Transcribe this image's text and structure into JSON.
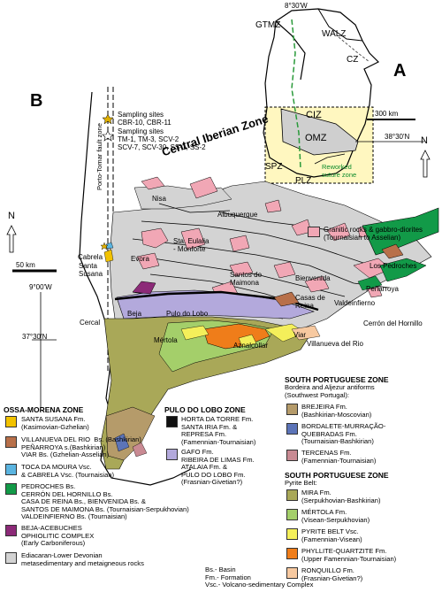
{
  "panels": {
    "a": "A",
    "b": "B"
  },
  "inset": {
    "longitude": "8°30'W",
    "latitude": "38°30'N",
    "scale": "300 km",
    "north": "N",
    "zones": [
      "GTMZ",
      "WALZ",
      "CZ",
      "CIZ",
      "OMZ",
      "SPZ",
      "PLZ"
    ],
    "suture": "Reworked\nsuture zone"
  },
  "sampling": {
    "site1": "Sampling sites\nCBR-10, CBR-11",
    "site2": "Sampling sites\nTM-1, TM-3, SCV-2\nSCV-7, SCV-30, SS-1, SS-2"
  },
  "main_map": {
    "fault": "Porto-Tomar fault zone",
    "central_iberian": "Central Iberian Zone",
    "scale": "50 km",
    "longitude": "9°00'W",
    "latitude": "37°30'N",
    "north": "N",
    "granitic_legend": "Granitic rocks & gabbro-diorites\n(Tournaisian to Asselian)",
    "places": [
      "Nisa",
      "Albuquerque",
      "Sta. Eulalia\n- Monforte",
      "Cabrela",
      "Santa\nSusana",
      "Evora",
      "Santos de\nMaimona",
      "Bienvenida",
      "Los Pedroches",
      "Peñarroya",
      "Casas de\nReina",
      "Valdeinfierno",
      "Cerrón del Hornillo",
      "Beja",
      "Pulo do Lobo",
      "Viar",
      "Villanueva del Rio",
      "Cercal",
      "Mértola",
      "Aznalcollar"
    ]
  },
  "legend": {
    "ossa_title": "OSSA-MORENA ZONE",
    "ossa": [
      {
        "color": "#f2c200",
        "text": "SANTA SUSANA Fm.\n(Kasimovian-Gzhelian)"
      },
      {
        "color": "#b8704a",
        "text": "VILLANUEVA DEL RIO  Bs. (Bashkirian)\nPEÑARROYA s.(Bashkirian)\nVIAR Bs. (Gzhelian-Asselian)"
      },
      {
        "color": "#5ab4e0",
        "text": "TOCA DA MOURA Vsc.\n& CABRELA Vsc. (Tournaisian)"
      },
      {
        "color": "#129a48",
        "text": "PEDROCHES Bs.\nCERRÓN DEL HORNILLO Bs.\nCASA DE REINA Bs., BIENVENIDA Bs. &\nSANTOS DE MAIMONA Bs. (Tournaisian-Serpukhovian)\nVALDEINFIERNO Bs. (Tournaisian)"
      },
      {
        "color": "#8c2a78",
        "text": "BEJA-ACEBUCHES\nOPHIOLITIC COMPLEX\n(Early Carboniferous)"
      },
      {
        "color": "#d3d3d3",
        "text": "Ediacaran-Lower Devonian\nmetasedimentary and metaigneous rocks"
      }
    ],
    "pulo_title": "PULO DO LOBO ZONE",
    "pulo": [
      {
        "color": "#111111",
        "text": "HORTA DA TORRE Fm.\nSANTA IRIA Fm. &\nREPRESA Fm.\n(Famennian-Tournaisian)"
      },
      {
        "color": "#b3a9dc",
        "text": "GAFO Fm.\nRIBEIRA DE LIMAS Fm.\nATALAIA Fm. &\nPULO DO LOBO Fm.\n(Frasnian-Givetian?)"
      }
    ],
    "spz_title": "SOUTH PORTUGUESE ZONE",
    "spz_sub": "Bordeira and Aljezur antiforms\n(Southwest Portugal):",
    "spz": [
      {
        "color": "#b59b6a",
        "text": "BREJEIRA Fm.\n(Bashkirian-Moscovian)"
      },
      {
        "color": "#5c74b8",
        "text": "BORDALETE-MURRAÇÃO-\nQUEBRADAS Fm.\n(Tournaisian-Bashkirian)"
      },
      {
        "color": "#c98a93",
        "text": "TERCENAS Fm.\n(Famennian-Tournaisian)"
      }
    ],
    "pyrite_title": "SOUTH PORTUGUESE ZONE",
    "pyrite_sub": "Pyrite Belt:",
    "pyrite": [
      {
        "color": "#a9a858",
        "text": "MIRA Fm.\n(Serpukhovian-Bashkirian)"
      },
      {
        "color": "#a4cf6a",
        "text": "MÉRTOLA Fm.\n(Visean-Serpukhovian)"
      },
      {
        "color": "#f4ef5a",
        "text": "PYRITE BELT Vsc.\n(Famennian-Visean)"
      },
      {
        "color": "#ef7d1a",
        "text": "PHYLLITE-QUARTZITE Fm.\n(Upper Famennian-Tournaisian)"
      },
      {
        "color": "#f7c9a0",
        "text": "RONQUILLO Fm.\n(Frasnian-Givetian?)"
      }
    ],
    "abbrev": "Bs.- Basin\nFm.- Formation\nVsc.- Volcano-sedimentary Complex"
  }
}
